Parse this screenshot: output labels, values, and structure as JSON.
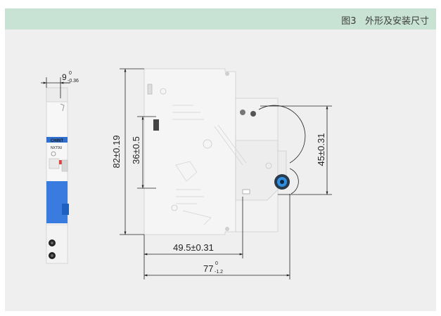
{
  "header": {
    "figure_label": "图3",
    "title": "外形及安装尺寸"
  },
  "product_side": {
    "brand": "CHINT",
    "model": "NXT9U"
  },
  "dimensions": {
    "width_base": "9",
    "width_upper_tol": "0",
    "width_lower_tol": "-0.36",
    "height_overall": "82±0.19",
    "height_inner": "36±0.5",
    "height_right": "45±0.31",
    "depth_base": "49.5±0.31",
    "depth_overall_base": "77",
    "depth_overall_upper_tol": "0",
    "depth_overall_lower_tol": "-1.2"
  },
  "colors": {
    "header_bg": "#c8e3d4",
    "panel_bg": "#efefef",
    "brand_blue": "#2f6fd0"
  }
}
